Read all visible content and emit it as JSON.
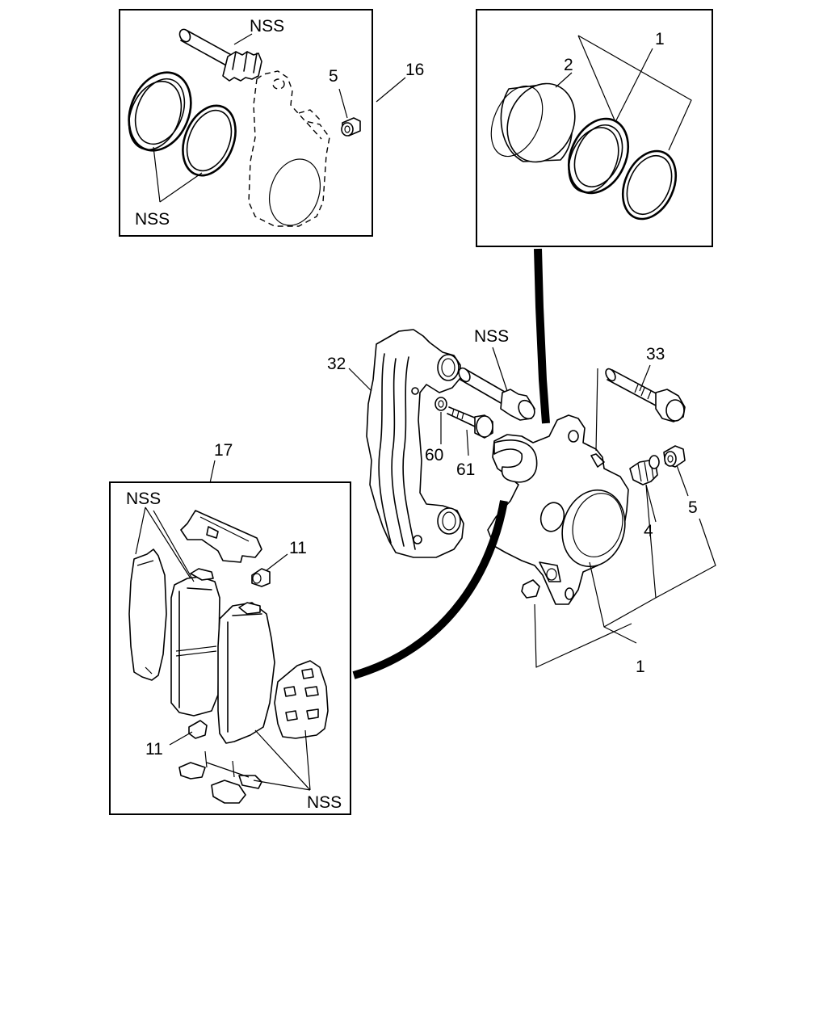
{
  "diagram": {
    "labels": {
      "nss_top_pin": "NSS",
      "nss_top_seals": "NSS",
      "bushing_top": "5",
      "caliper_kit_top": "16",
      "piston_seal_kit": "1",
      "piston": "2",
      "nss_main_pin": "NSS",
      "bracket": "32",
      "bolt_main": "33",
      "washer": "60",
      "bolt_small": "61",
      "pad_kit": "17",
      "nss_pad_shims": "NSS",
      "clip_upper": "11",
      "clip_lower": "11",
      "nss_pad_lower": "NSS",
      "bleeder": "4",
      "bleeder_cap": "5",
      "caliper_assembly": "1"
    }
  }
}
